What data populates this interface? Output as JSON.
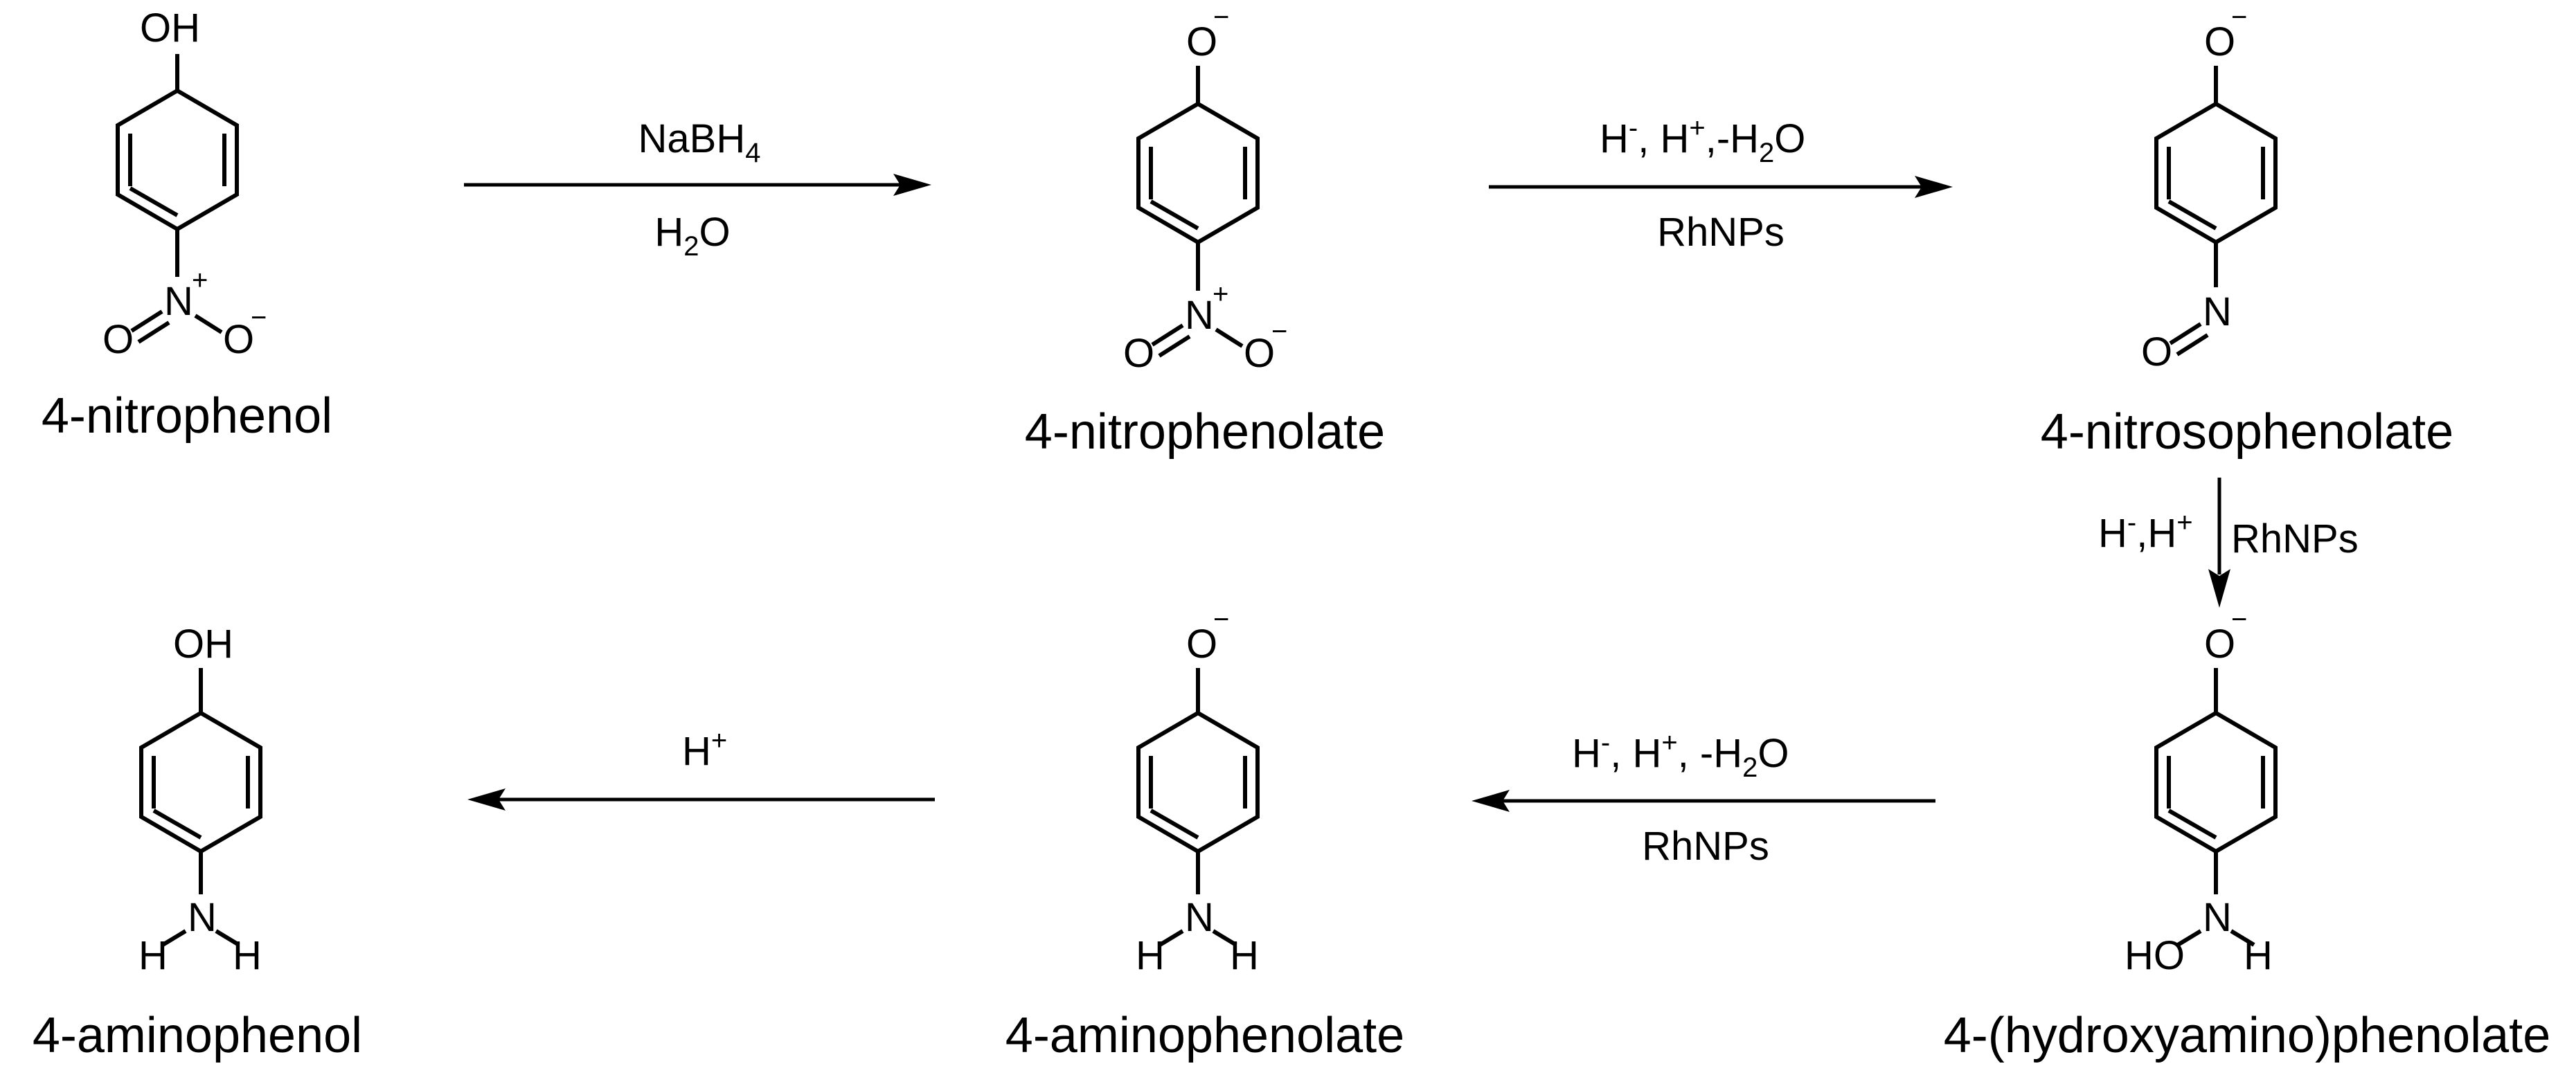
{
  "compounds": {
    "nitrophenol": {
      "name": "4-nitrophenol",
      "top_label": "OH",
      "n_label": "N",
      "n_charge": "+",
      "o_left": "O",
      "o_right": "O",
      "o_right_charge": "−"
    },
    "nitrophenolate": {
      "name": "4-nitrophenolate",
      "top_label": "O",
      "top_charge": "−",
      "n_label": "N",
      "n_charge": "+",
      "o_left": "O",
      "o_right": "O",
      "o_right_charge": "−"
    },
    "nitrosophenolate": {
      "name": "4-nitrosophenolate",
      "top_label": "O",
      "top_charge": "−",
      "n_label": "N",
      "o_left": "O"
    },
    "hydroxyaminophenolate": {
      "name": "4-(hydroxyamino)phenolate",
      "top_label": "O",
      "top_charge": "−",
      "n_label": "N",
      "left_sub": "HO",
      "right_sub": "H"
    },
    "aminophenolate": {
      "name": "4-aminophenolate",
      "top_label": "O",
      "top_charge": "−",
      "n_label": "N",
      "left_sub": "H",
      "right_sub": "H"
    },
    "aminophenol": {
      "name": "4-aminophenol",
      "top_label": "OH",
      "n_label": "N",
      "left_sub": "H",
      "right_sub": "H"
    }
  },
  "arrows": {
    "step1": {
      "above_main": "NaBH",
      "above_sub": "4",
      "below_main": "H",
      "below_sub": "2",
      "below_rest": "O"
    },
    "step2": {
      "above": [
        "H",
        "-",
        ", H",
        "+",
        ",-H",
        "2",
        "O"
      ],
      "below": "RhNPs"
    },
    "step3": {
      "left": [
        "H",
        "-",
        ",H",
        "+"
      ],
      "right": "RhNPs"
    },
    "step4": {
      "above": [
        "H",
        "-",
        ", H",
        "+",
        ", -H",
        "2",
        "O"
      ],
      "below": "RhNPs"
    },
    "step5": {
      "above_main": "H",
      "above_sup": "+"
    }
  }
}
